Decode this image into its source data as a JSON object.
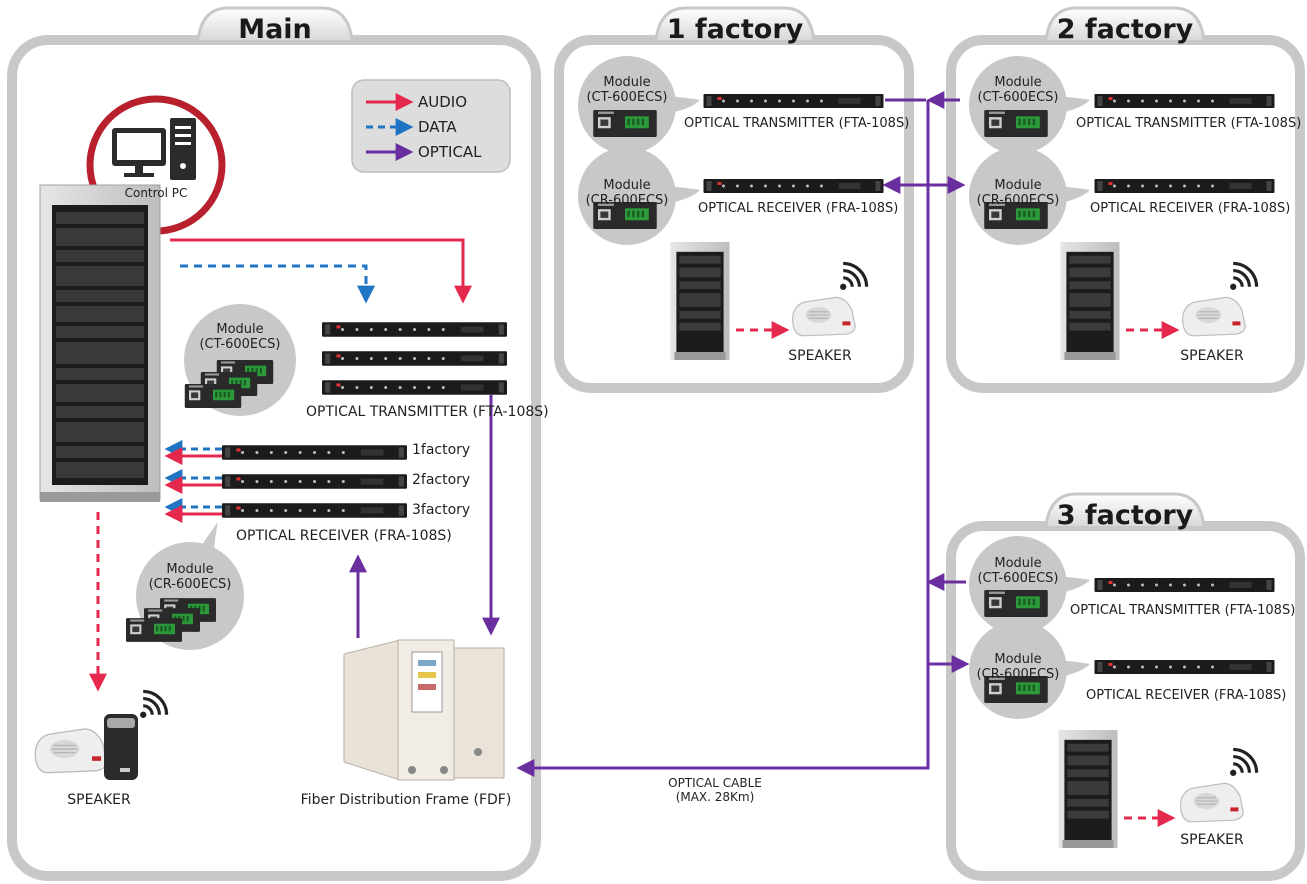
{
  "panels": {
    "main": {
      "title": "Main"
    },
    "factory1": {
      "title": "1 factory"
    },
    "factory2": {
      "title": "2 factory"
    },
    "factory3": {
      "title": "3 factory"
    }
  },
  "legend": {
    "audio": "AUDIO",
    "data": "DATA",
    "optical": "OPTICAL",
    "colors": {
      "audio": "#e5284e",
      "data": "#1f74c4",
      "optical": "#6b2e9e"
    }
  },
  "main": {
    "control_pc": "Control PC",
    "module_ct": "Module\n(CT-600ECS)",
    "module_cr": "Module\n(CR-600ECS)",
    "transmitter_label": "OPTICAL TRANSMITTER (FTA-108S)",
    "receiver_label": "OPTICAL RECEIVER (FRA-108S)",
    "receiver_rows": [
      "1factory",
      "2factory",
      "3factory"
    ],
    "speaker_label": "SPEAKER",
    "fdf_label": "Fiber Distribution Frame (FDF)"
  },
  "factory": {
    "module_ct": "Module\n(CT-600ECS)",
    "module_cr": "Module\n(CR-600ECS)",
    "transmitter_label": "OPTICAL TRANSMITTER (FTA-108S)",
    "receiver_label": "OPTICAL RECEIVER (FRA-108S)",
    "speaker_label": "SPEAKER"
  },
  "optical_cable": {
    "line1": "OPTICAL CABLE",
    "line2": "(MAX. 28Km)"
  },
  "icons": [
    "monitor-icon",
    "pc-tower-icon",
    "rack-icon",
    "speaker-icon",
    "wifi-signal-icon",
    "fiber-frame-icon",
    "module-card-icon"
  ]
}
